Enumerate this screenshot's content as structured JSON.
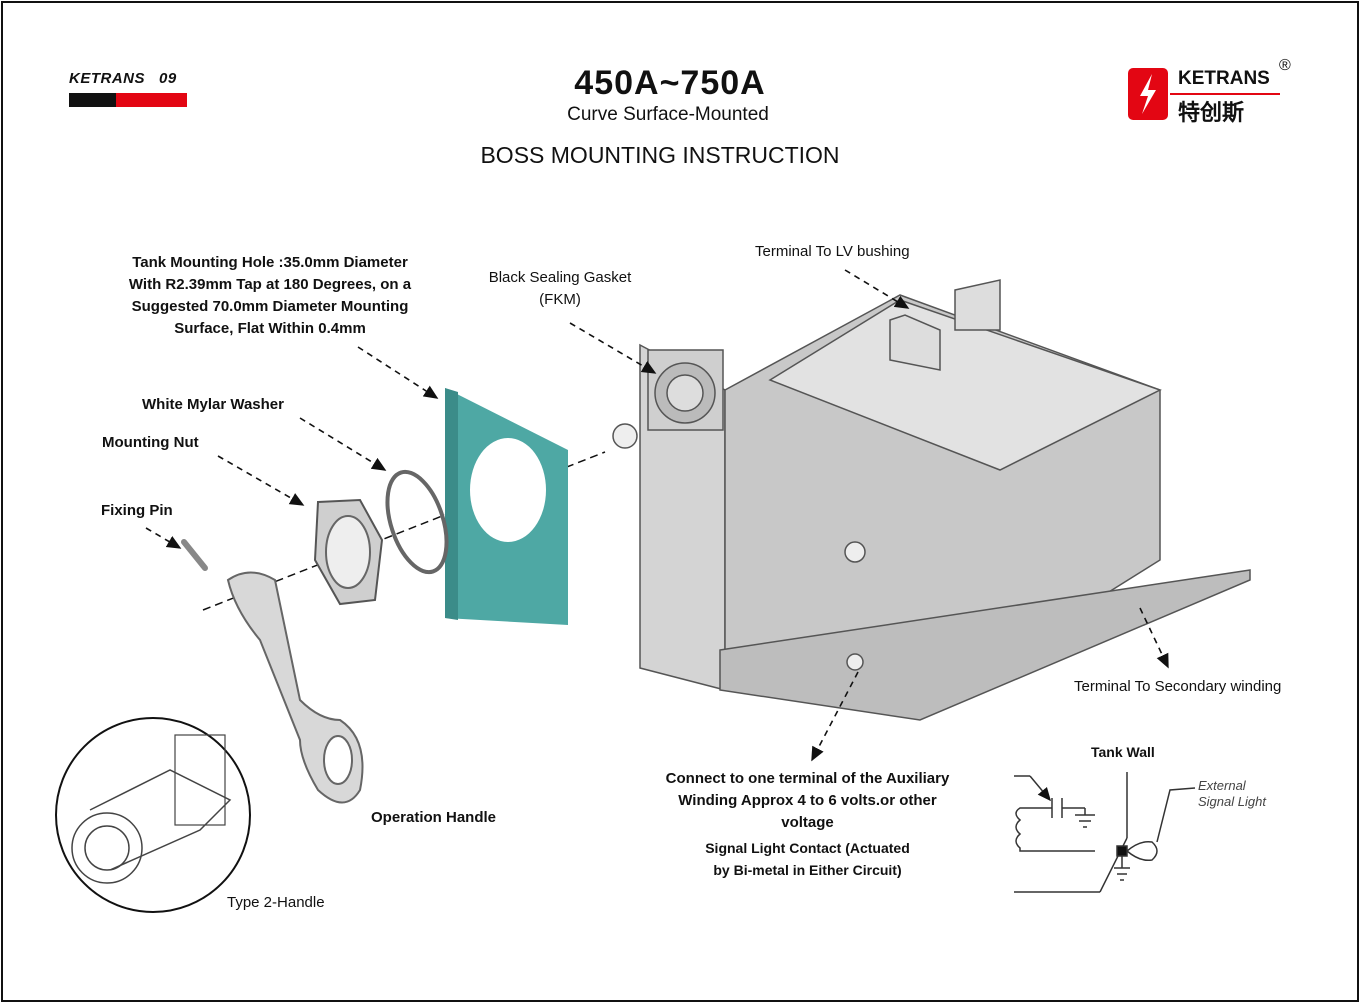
{
  "header": {
    "brand_left": "KETRANS",
    "page_number": "09",
    "title": "450A~750A",
    "subtitle": "Curve Surface-Mounted",
    "heading": "BOSS MOUNTING INSTRUCTION",
    "logo": {
      "name": "KETRANS",
      "chinese": "特创斯",
      "registered": "®"
    },
    "colors": {
      "red": "#e30613",
      "black": "#111111",
      "teal": "#4ea8a4"
    }
  },
  "labels": {
    "tank_hole": [
      "Tank Mounting Hole :35.0mm Diameter",
      "With R2.39mm Tap at 180 Degrees, on a",
      "Suggested 70.0mm Diameter Mounting",
      "Surface, Flat Within 0.4mm"
    ],
    "gasket": [
      "Black Sealing Gasket",
      "(FKM)"
    ],
    "lv_bushing": "Terminal To LV bushing",
    "washer": "White Mylar Washer",
    "nut": "Mounting Nut",
    "pin": "Fixing Pin",
    "secondary": "Terminal To Secondary winding",
    "handle": "Operation Handle",
    "type2": "Type 2-Handle",
    "aux": [
      "Connect to one terminal of the Auxiliary",
      "Winding Approx 4 to 6 volts.or other",
      "voltage"
    ],
    "signal_contact": [
      "Signal Light Contact (Actuated",
      "by Bi-metal in Either Circuit)"
    ],
    "tank_wall": "Tank Wall",
    "external_light": [
      "External",
      "Signal Light"
    ]
  }
}
